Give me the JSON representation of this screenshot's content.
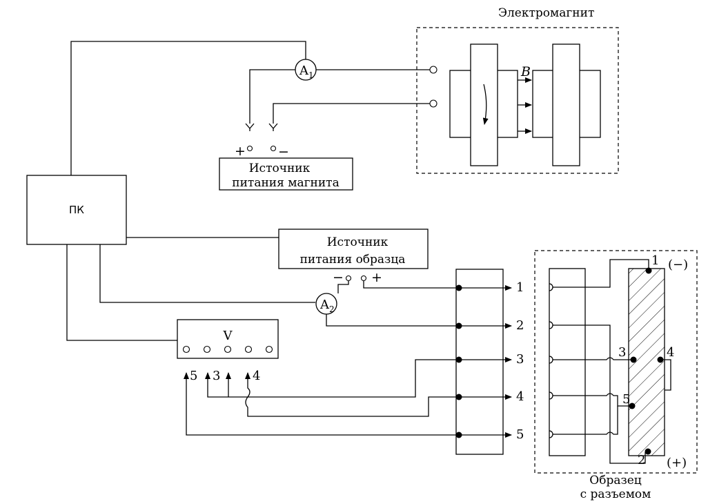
{
  "labels": {
    "electromagnet": "Электромагнит",
    "field": "B",
    "ammeter": "A",
    "ammeter1_sub": "1",
    "ammeter2_sub": "2",
    "pc": "ПК",
    "magnet_supply_line1": "Источник",
    "magnet_supply_line2": "питания магнита",
    "sample_supply_line1": "Источник",
    "sample_supply_line2": "питания образца",
    "voltmeter": "V",
    "plus": "+",
    "minus": "−",
    "sample_line1": "Образец",
    "sample_line2": "с разъемом",
    "pol_minus": "(−)",
    "pol_plus": "(+)"
  },
  "connector_pins": [
    "1",
    "2",
    "3",
    "4",
    "5"
  ],
  "voltmeter_probes": [
    "5",
    "3",
    "4"
  ],
  "sample_contacts": [
    "1",
    "2",
    "3",
    "4",
    "5"
  ]
}
